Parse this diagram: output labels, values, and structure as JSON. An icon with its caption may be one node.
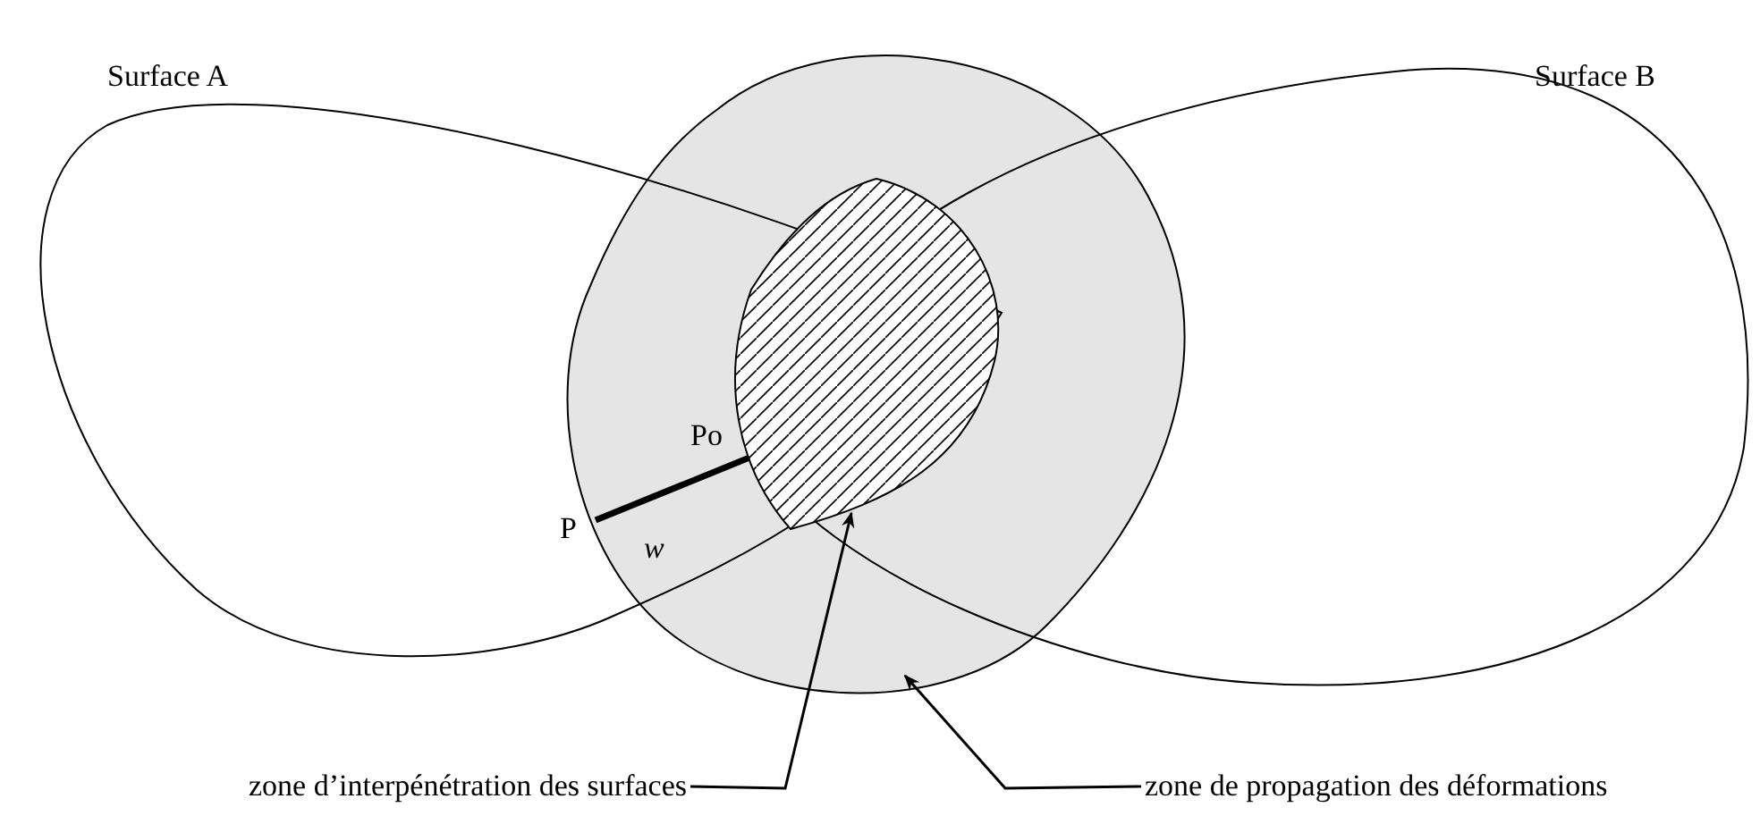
{
  "diagram": {
    "nodes": [
      {
        "text": [
          "zone d’interpénétration des surfaces"
        ]
      },
      {
        "text": [],
        "shape": "picture",
        "in": 3
      },
      {
        "text": [
          "zone de propagation des déformations"
        ]
      },
      {
        "text": [],
        "shape": "picture"
      }
    ],
    "edges": [
      {
        "from": 0,
        "to": 1,
        "arrow": "to"
      },
      {
        "from": 2,
        "to": 3,
        "arrow": "to"
      }
    ],
    "labels": [
      "Surface A",
      "Surface B",
      "Po",
      "P",
      "w"
    ]
  }
}
